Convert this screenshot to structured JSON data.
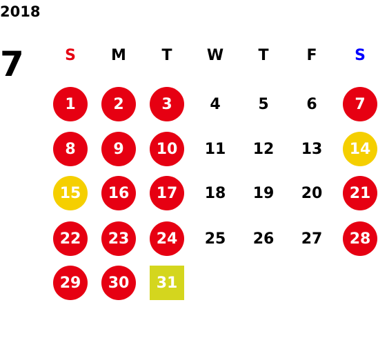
{
  "calendar": {
    "year": "2018",
    "month": "7",
    "weekdays": [
      {
        "label": "S",
        "color": "#e60012"
      },
      {
        "label": "M",
        "color": "#000000"
      },
      {
        "label": "T",
        "color": "#000000"
      },
      {
        "label": "W",
        "color": "#000000"
      },
      {
        "label": "T",
        "color": "#000000"
      },
      {
        "label": "F",
        "color": "#000000"
      },
      {
        "label": "S",
        "color": "#0000ff"
      }
    ],
    "colors": {
      "red": "#e60012",
      "yellow": "#f5cf00",
      "lime": "#d4d61e",
      "plain_text": "#000000",
      "marked_text": "#ffffff"
    },
    "weeks": [
      [
        {
          "label": "1",
          "mark": "red"
        },
        {
          "label": "2",
          "mark": "red"
        },
        {
          "label": "3",
          "mark": "red"
        },
        {
          "label": "4",
          "mark": "none"
        },
        {
          "label": "5",
          "mark": "none"
        },
        {
          "label": "6",
          "mark": "none"
        },
        {
          "label": "7",
          "mark": "red"
        }
      ],
      [
        {
          "label": "8",
          "mark": "red"
        },
        {
          "label": "9",
          "mark": "red"
        },
        {
          "label": "10",
          "mark": "red"
        },
        {
          "label": "11",
          "mark": "none"
        },
        {
          "label": "12",
          "mark": "none"
        },
        {
          "label": "13",
          "mark": "none"
        },
        {
          "label": "14",
          "mark": "yellow"
        }
      ],
      [
        {
          "label": "15",
          "mark": "yellow"
        },
        {
          "label": "16",
          "mark": "red"
        },
        {
          "label": "17",
          "mark": "red"
        },
        {
          "label": "18",
          "mark": "none"
        },
        {
          "label": "19",
          "mark": "none"
        },
        {
          "label": "20",
          "mark": "none"
        },
        {
          "label": "21",
          "mark": "red"
        }
      ],
      [
        {
          "label": "22",
          "mark": "red"
        },
        {
          "label": "23",
          "mark": "red"
        },
        {
          "label": "24",
          "mark": "red"
        },
        {
          "label": "25",
          "mark": "none"
        },
        {
          "label": "26",
          "mark": "none"
        },
        {
          "label": "27",
          "mark": "none"
        },
        {
          "label": "28",
          "mark": "red"
        }
      ],
      [
        {
          "label": "29",
          "mark": "red"
        },
        {
          "label": "30",
          "mark": "red"
        },
        {
          "label": "31",
          "mark": "lime-square"
        }
      ]
    ]
  }
}
